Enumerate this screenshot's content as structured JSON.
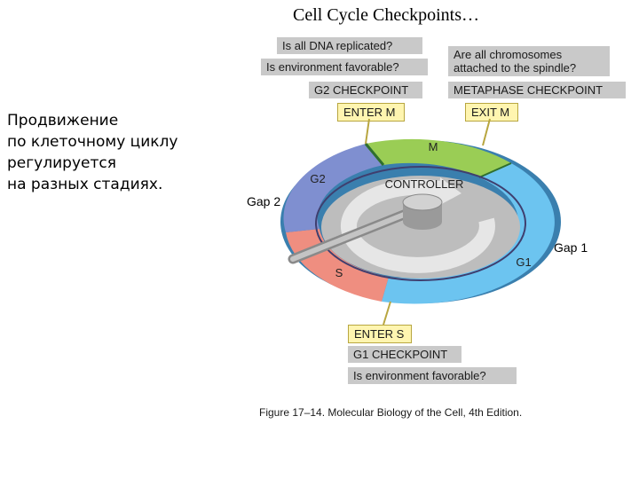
{
  "title": "Cell Cycle Checkpoints…",
  "left_text": {
    "line1": "Продвижение",
    "line2": "по клеточному циклу",
    "line3": "регулируется",
    "line4": "на разных стадиях."
  },
  "g2_checkpoint": {
    "question1": "Is all DNA replicated?",
    "question2": "Is environment favorable?",
    "label": "G2 CHECKPOINT",
    "enter": "ENTER M"
  },
  "metaphase_checkpoint": {
    "question_line1": "Are all chromosomes",
    "question_line2": "attached to the spindle?",
    "label": "METAPHASE CHECKPOINT",
    "exit": "EXIT M"
  },
  "g1_checkpoint": {
    "enter": "ENTER S",
    "label": "G1 CHECKPOINT",
    "question": "Is environment favorable?"
  },
  "cycle": {
    "controller": "CONTROLLER",
    "m": "M",
    "g2": "G2",
    "g1": "G1",
    "s": "S",
    "gap2": "Gap 2",
    "gap1": "Gap 1"
  },
  "colors": {
    "m_phase": "#9acd55",
    "g1_phase": "#6cc4f0",
    "g2_phase": "#7f8fd0",
    "s_phase": "#ef8e80",
    "checkpoint_box": "#c9c9c9",
    "enter_exit_box": "#fff5b0"
  },
  "caption": "Figure 17–14. Molecular Biology of the Cell, 4th Edition."
}
